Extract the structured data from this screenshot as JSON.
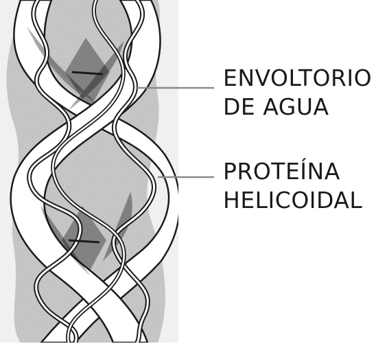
{
  "diagram": {
    "labels": {
      "water_line1": "ENVOLTORIO",
      "water_line2": "DE AGUA",
      "protein_line1": "PROTEÍNA",
      "protein_line2": "HELICOIDAL"
    },
    "colors": {
      "background": "#ffffff",
      "ink": "#1a1a1a",
      "strand_fill": "#ffffff",
      "shade": "#555555",
      "leader_line": "#8a8a8a"
    }
  }
}
